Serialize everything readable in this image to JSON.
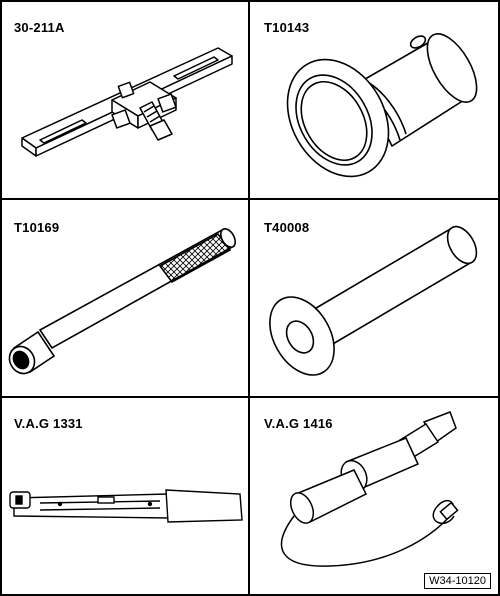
{
  "tools": [
    {
      "id": "30-211A",
      "label": "30-211A"
    },
    {
      "id": "T10143",
      "label": "T10143"
    },
    {
      "id": "T10169",
      "label": "T10169"
    },
    {
      "id": "T40008",
      "label": "T40008"
    },
    {
      "id": "VAG1331",
      "label": "V.A.G 1331"
    },
    {
      "id": "VAG1416",
      "label": "V.A.G 1416"
    }
  ],
  "figure_ref": "W34-10120"
}
